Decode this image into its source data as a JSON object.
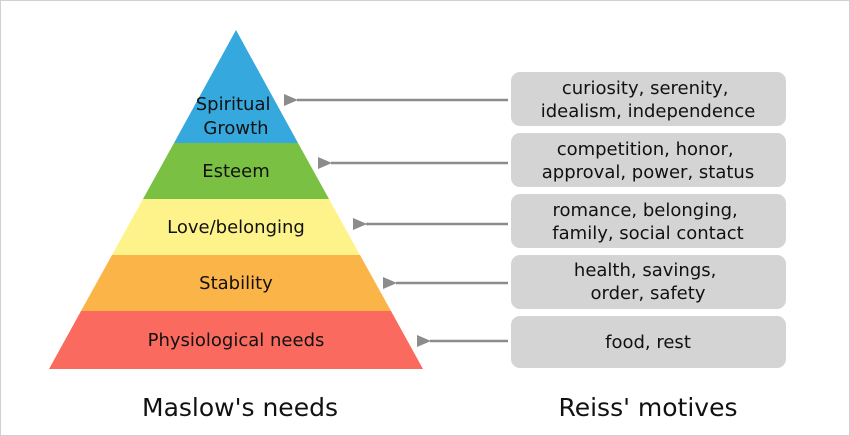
{
  "pyramid": {
    "levels": [
      {
        "lines": [
          "Spiritual",
          "Growth"
        ],
        "color": "#35a8dd"
      },
      {
        "lines": [
          "Esteem"
        ],
        "color": "#7ac143"
      },
      {
        "lines": [
          "Love/belonging"
        ],
        "color": "#fdf38a"
      },
      {
        "lines": [
          "Stability"
        ],
        "color": "#fbb448"
      },
      {
        "lines": [
          "Physiological needs"
        ],
        "color": "#fa6a5e"
      }
    ],
    "caption": "Maslow's needs"
  },
  "motives": {
    "items": [
      {
        "lines": [
          "curiosity, serenity,",
          "idealism, independence"
        ]
      },
      {
        "lines": [
          "competition, honor,",
          "approval, power, status"
        ]
      },
      {
        "lines": [
          "romance, belonging,",
          "family, social contact"
        ]
      },
      {
        "lines": [
          "health, savings,",
          "order, safety"
        ]
      },
      {
        "lines": [
          "food, rest"
        ]
      }
    ],
    "caption": "Reiss' motives",
    "box_color": "#d4d4d4",
    "arrow_color": "#8c8c8c"
  }
}
